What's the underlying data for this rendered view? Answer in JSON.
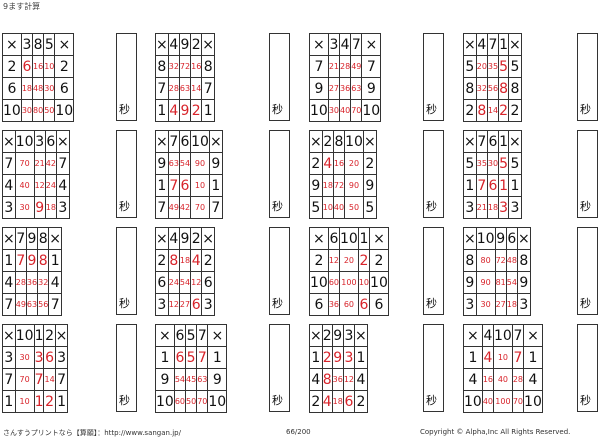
{
  "title": "9ます計算",
  "sec_label": "秒",
  "op": "×",
  "footer": {
    "left": "さんすうプリントなら【算願】：http://www.sangan.jp/",
    "page": "66/200",
    "right": "Copyright © Alpha,Inc All Rights Reserved."
  },
  "puzzles": [
    {
      "cols": [
        "3",
        "8",
        "5"
      ],
      "rows": [
        {
          "n": "2",
          "v": [
            "6",
            "16",
            "10"
          ]
        },
        {
          "n": "6",
          "v": [
            "18",
            "48",
            "30"
          ]
        },
        {
          "n": "10",
          "v": [
            "30",
            "80",
            "50"
          ]
        }
      ]
    },
    {
      "cols": [
        "4",
        "9",
        "2"
      ],
      "rows": [
        {
          "n": "8",
          "v": [
            "32",
            "72",
            "16"
          ]
        },
        {
          "n": "7",
          "v": [
            "28",
            "63",
            "14"
          ]
        },
        {
          "n": "1",
          "v": [
            "4",
            "9",
            "2"
          ]
        }
      ]
    },
    {
      "cols": [
        "3",
        "4",
        "7"
      ],
      "rows": [
        {
          "n": "7",
          "v": [
            "21",
            "28",
            "49"
          ]
        },
        {
          "n": "9",
          "v": [
            "27",
            "36",
            "63"
          ]
        },
        {
          "n": "10",
          "v": [
            "30",
            "40",
            "70"
          ]
        }
      ]
    },
    {
      "cols": [
        "4",
        "7",
        "1"
      ],
      "rows": [
        {
          "n": "5",
          "v": [
            "20",
            "35",
            "5"
          ]
        },
        {
          "n": "8",
          "v": [
            "32",
            "56",
            "8"
          ]
        },
        {
          "n": "2",
          "v": [
            "8",
            "14",
            "2"
          ]
        }
      ]
    },
    {
      "cols": [
        "10",
        "3",
        "6"
      ],
      "rows": [
        {
          "n": "7",
          "v": [
            "70",
            "21",
            "42"
          ]
        },
        {
          "n": "4",
          "v": [
            "40",
            "12",
            "24"
          ]
        },
        {
          "n": "3",
          "v": [
            "30",
            "9",
            "18"
          ]
        }
      ]
    },
    {
      "cols": [
        "7",
        "6",
        "10"
      ],
      "rows": [
        {
          "n": "9",
          "v": [
            "63",
            "54",
            "90"
          ]
        },
        {
          "n": "1",
          "v": [
            "7",
            "6",
            "10"
          ]
        },
        {
          "n": "7",
          "v": [
            "49",
            "42",
            "70"
          ]
        }
      ]
    },
    {
      "cols": [
        "2",
        "8",
        "10"
      ],
      "rows": [
        {
          "n": "2",
          "v": [
            "4",
            "16",
            "20"
          ]
        },
        {
          "n": "9",
          "v": [
            "18",
            "72",
            "90"
          ]
        },
        {
          "n": "5",
          "v": [
            "10",
            "40",
            "50"
          ]
        }
      ]
    },
    {
      "cols": [
        "7",
        "6",
        "1"
      ],
      "rows": [
        {
          "n": "5",
          "v": [
            "35",
            "30",
            "5"
          ]
        },
        {
          "n": "1",
          "v": [
            "7",
            "6",
            "1"
          ]
        },
        {
          "n": "3",
          "v": [
            "21",
            "18",
            "3"
          ]
        }
      ]
    },
    {
      "cols": [
        "7",
        "9",
        "8"
      ],
      "rows": [
        {
          "n": "1",
          "v": [
            "7",
            "9",
            "8"
          ]
        },
        {
          "n": "4",
          "v": [
            "28",
            "36",
            "32"
          ]
        },
        {
          "n": "7",
          "v": [
            "49",
            "63",
            "56"
          ]
        }
      ]
    },
    {
      "cols": [
        "4",
        "9",
        "2"
      ],
      "rows": [
        {
          "n": "2",
          "v": [
            "8",
            "18",
            "4"
          ]
        },
        {
          "n": "6",
          "v": [
            "24",
            "54",
            "12"
          ]
        },
        {
          "n": "3",
          "v": [
            "12",
            "27",
            "6"
          ]
        }
      ]
    },
    {
      "cols": [
        "6",
        "10",
        "1"
      ],
      "rows": [
        {
          "n": "2",
          "v": [
            "12",
            "20",
            "2"
          ]
        },
        {
          "n": "10",
          "v": [
            "60",
            "100",
            "10"
          ]
        },
        {
          "n": "6",
          "v": [
            "36",
            "60",
            "6"
          ]
        }
      ]
    },
    {
      "cols": [
        "10",
        "9",
        "6"
      ],
      "rows": [
        {
          "n": "8",
          "v": [
            "80",
            "72",
            "48"
          ]
        },
        {
          "n": "9",
          "v": [
            "90",
            "81",
            "54"
          ]
        },
        {
          "n": "3",
          "v": [
            "30",
            "27",
            "18"
          ]
        }
      ]
    },
    {
      "cols": [
        "10",
        "1",
        "2"
      ],
      "rows": [
        {
          "n": "3",
          "v": [
            "30",
            "3",
            "6"
          ]
        },
        {
          "n": "7",
          "v": [
            "70",
            "7",
            "14"
          ]
        },
        {
          "n": "1",
          "v": [
            "10",
            "1",
            "2"
          ]
        }
      ]
    },
    {
      "cols": [
        "6",
        "5",
        "7"
      ],
      "rows": [
        {
          "n": "1",
          "v": [
            "6",
            "5",
            "7"
          ]
        },
        {
          "n": "9",
          "v": [
            "54",
            "45",
            "63"
          ]
        },
        {
          "n": "10",
          "v": [
            "60",
            "50",
            "70"
          ]
        }
      ]
    },
    {
      "cols": [
        "2",
        "9",
        "3"
      ],
      "rows": [
        {
          "n": "1",
          "v": [
            "2",
            "9",
            "3"
          ]
        },
        {
          "n": "4",
          "v": [
            "8",
            "36",
            "12"
          ]
        },
        {
          "n": "2",
          "v": [
            "4",
            "18",
            "6"
          ]
        }
      ]
    },
    {
      "cols": [
        "4",
        "10",
        "7"
      ],
      "rows": [
        {
          "n": "1",
          "v": [
            "4",
            "10",
            "7"
          ]
        },
        {
          "n": "4",
          "v": [
            "16",
            "40",
            "28"
          ]
        },
        {
          "n": "10",
          "v": [
            "40",
            "100",
            "70"
          ]
        }
      ]
    }
  ]
}
